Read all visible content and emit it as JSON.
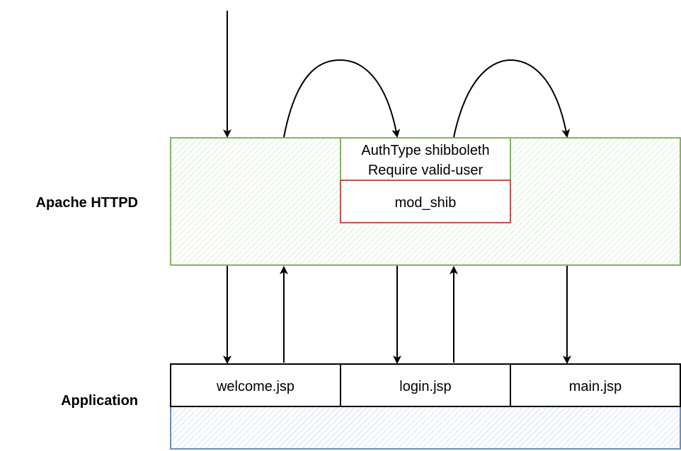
{
  "labels": {
    "apache": "Apache HTTPD",
    "application": "Application"
  },
  "apache_box": {
    "directive_line1": "AuthType shibboleth",
    "directive_line2": "Require valid-user",
    "module": "mod_shib"
  },
  "pages": {
    "welcome": "welcome.jsp",
    "login": "login.jsp",
    "main": "main.jsp"
  },
  "colors": {
    "apache_stroke": "#82b366",
    "apache_hatch": "#b9d8a5",
    "app_stroke": "#6c8ebf",
    "app_hatch": "#a9c1e6",
    "module_stroke": "#b85450",
    "arrow": "#000000"
  }
}
